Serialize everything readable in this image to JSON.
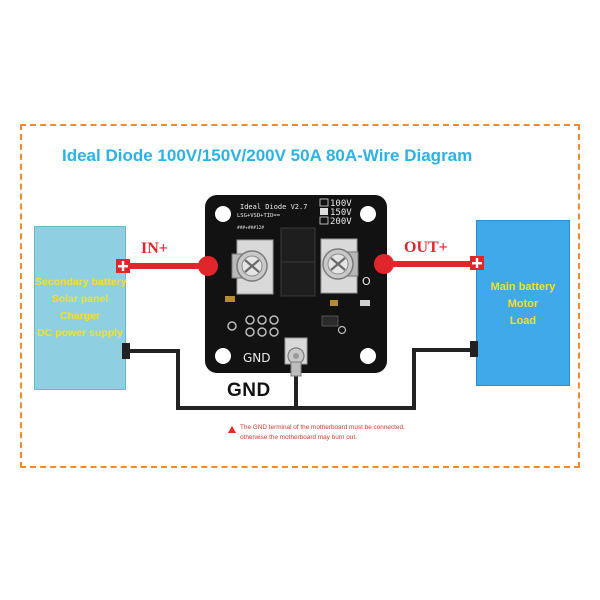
{
  "title": "Ideal Diode 100V/150V/200V 50A 80A-Wire Diagram",
  "left_box": {
    "items": [
      "Secondary battery",
      "Solar panel",
      "Charger",
      "DC power supply"
    ],
    "color": "#8ecfe2"
  },
  "right_box": {
    "items": [
      "Main battery",
      "Motor",
      "Load"
    ],
    "color": "#3fa9ea"
  },
  "labels": {
    "in_plus": "IN+",
    "out_plus": "OUT+",
    "gnd": "GND"
  },
  "board": {
    "name": "Ideal Diode V2.7",
    "model": "LSG+VSD+TID==",
    "serial": "###+###12#",
    "voltage_options": [
      "100V",
      "150V",
      "200V"
    ],
    "gnd_pad": "GND",
    "mark_o": "O",
    "color": "#121212"
  },
  "warning": {
    "lines": [
      "The GND terminal of the motherboard must be connected,",
      "otherwise the motherboard may burn out."
    ]
  },
  "colors": {
    "frame": "#f08a2c",
    "title": "#2bb2e6",
    "positive_wire": "#e0262a",
    "ground_wire": "#222222",
    "label_text": "#f7e21d"
  }
}
